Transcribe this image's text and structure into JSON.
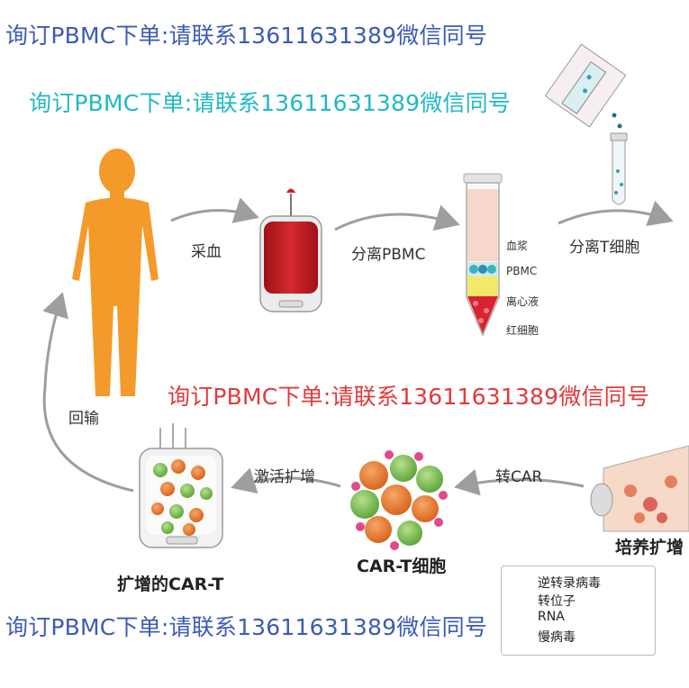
{
  "watermarks": [
    "询订PBMC下单:请联系13611631389微信同号",
    "询订PBMC下单:请联系13611631389微信同号",
    "询订PBMC下单:请联系13611631389微信同号",
    "询订PBMC下单:请联系13611631389微信同号"
  ],
  "steps": {
    "blood_draw": "采血",
    "isolate_pbmc": "分离PBMC",
    "isolate_t": "分离T细胞",
    "transduce": "转CAR",
    "activate_expand": "激活扩增",
    "reinfuse": "回输"
  },
  "tube_layers": [
    "血浆",
    "PBMC",
    "离心液",
    "红细胞"
  ],
  "captions": {
    "culture": "培养扩增",
    "car_t": "CAR-T细胞",
    "expanded": "扩增的CAR-T"
  },
  "legend": [
    "逆转录病毒",
    "转位子",
    "RNA",
    "慢病毒"
  ],
  "colors": {
    "person": "#f39a2b",
    "blood": "#c81e25",
    "cell_green": "#7fc25a",
    "cell_orange": "#e8782f",
    "arrow": "#9e9e9e"
  }
}
